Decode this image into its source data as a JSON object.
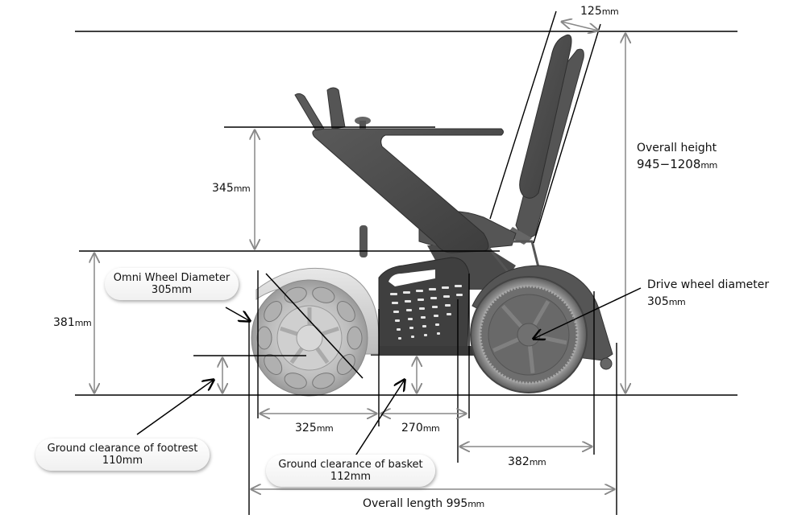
{
  "title": "Wheelchair dimension diagram (side view)",
  "dimensions": {
    "backrest_thickness": {
      "value": "125",
      "unit": "mm"
    },
    "overall_height": {
      "label": "Overall height",
      "value": "945−1208",
      "unit": "mm"
    },
    "armrest_height": {
      "value": "345",
      "unit": "mm"
    },
    "seat_height": {
      "value": "381",
      "unit": "mm"
    },
    "omni_wheel": {
      "label": "Omni Wheel Diameter",
      "value": "305mm"
    },
    "drive_wheel": {
      "label": "Drive wheel diameter",
      "value": "305",
      "unit": "mm"
    },
    "front_span": {
      "value": "325",
      "unit": "mm"
    },
    "basket_span": {
      "value": "270",
      "unit": "mm"
    },
    "rear_span": {
      "value": "382",
      "unit": "mm"
    },
    "footrest_clearance": {
      "label": "Ground clearance of footrest",
      "value": "110mm"
    },
    "basket_clearance": {
      "label": "Ground clearance of basket",
      "value": "112mm"
    },
    "overall_length": {
      "label": "Overall length",
      "value": "995",
      "unit": "mm"
    }
  },
  "colors": {
    "body": "#4a4a4a",
    "body_dark": "#333333",
    "wheel_light": "#c8c8c8",
    "dim_line": "#000000",
    "dim_arrow": "#888888"
  }
}
